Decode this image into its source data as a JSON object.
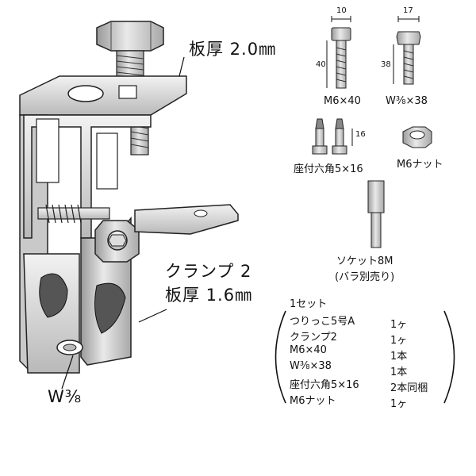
{
  "main_labels": {
    "plate_thickness_top": "板厚 2.0㎜",
    "clamp_name": "クランプ 2",
    "clamp_thickness": "板厚 1.6㎜",
    "bottom_thread": "W⅜"
  },
  "parts": {
    "bolt_m6": {
      "width_dim": "10",
      "length_dim": "40",
      "label": "M6×40"
    },
    "bolt_w38": {
      "width_dim": "17",
      "length_dim": "38",
      "label": "W⅜×38"
    },
    "screws": {
      "length_dim": "16",
      "label": "座付六角5×16"
    },
    "nut": {
      "label": "M6ナット"
    },
    "socket": {
      "label": "ソケット8M",
      "note": "(バラ別売り)"
    }
  },
  "kit": {
    "title": "1セット",
    "items": [
      {
        "name": "つりっこ5号A",
        "qty": "1ヶ"
      },
      {
        "name": "クランプ2",
        "qty": "1ヶ"
      },
      {
        "name": "M6×40",
        "qty": "1本"
      },
      {
        "name": "W⅜×38",
        "qty": "1本"
      },
      {
        "name": "座付六角5×16",
        "qty": "2本同梱"
      },
      {
        "name": "M6ナット",
        "qty": "1ヶ"
      }
    ]
  }
}
